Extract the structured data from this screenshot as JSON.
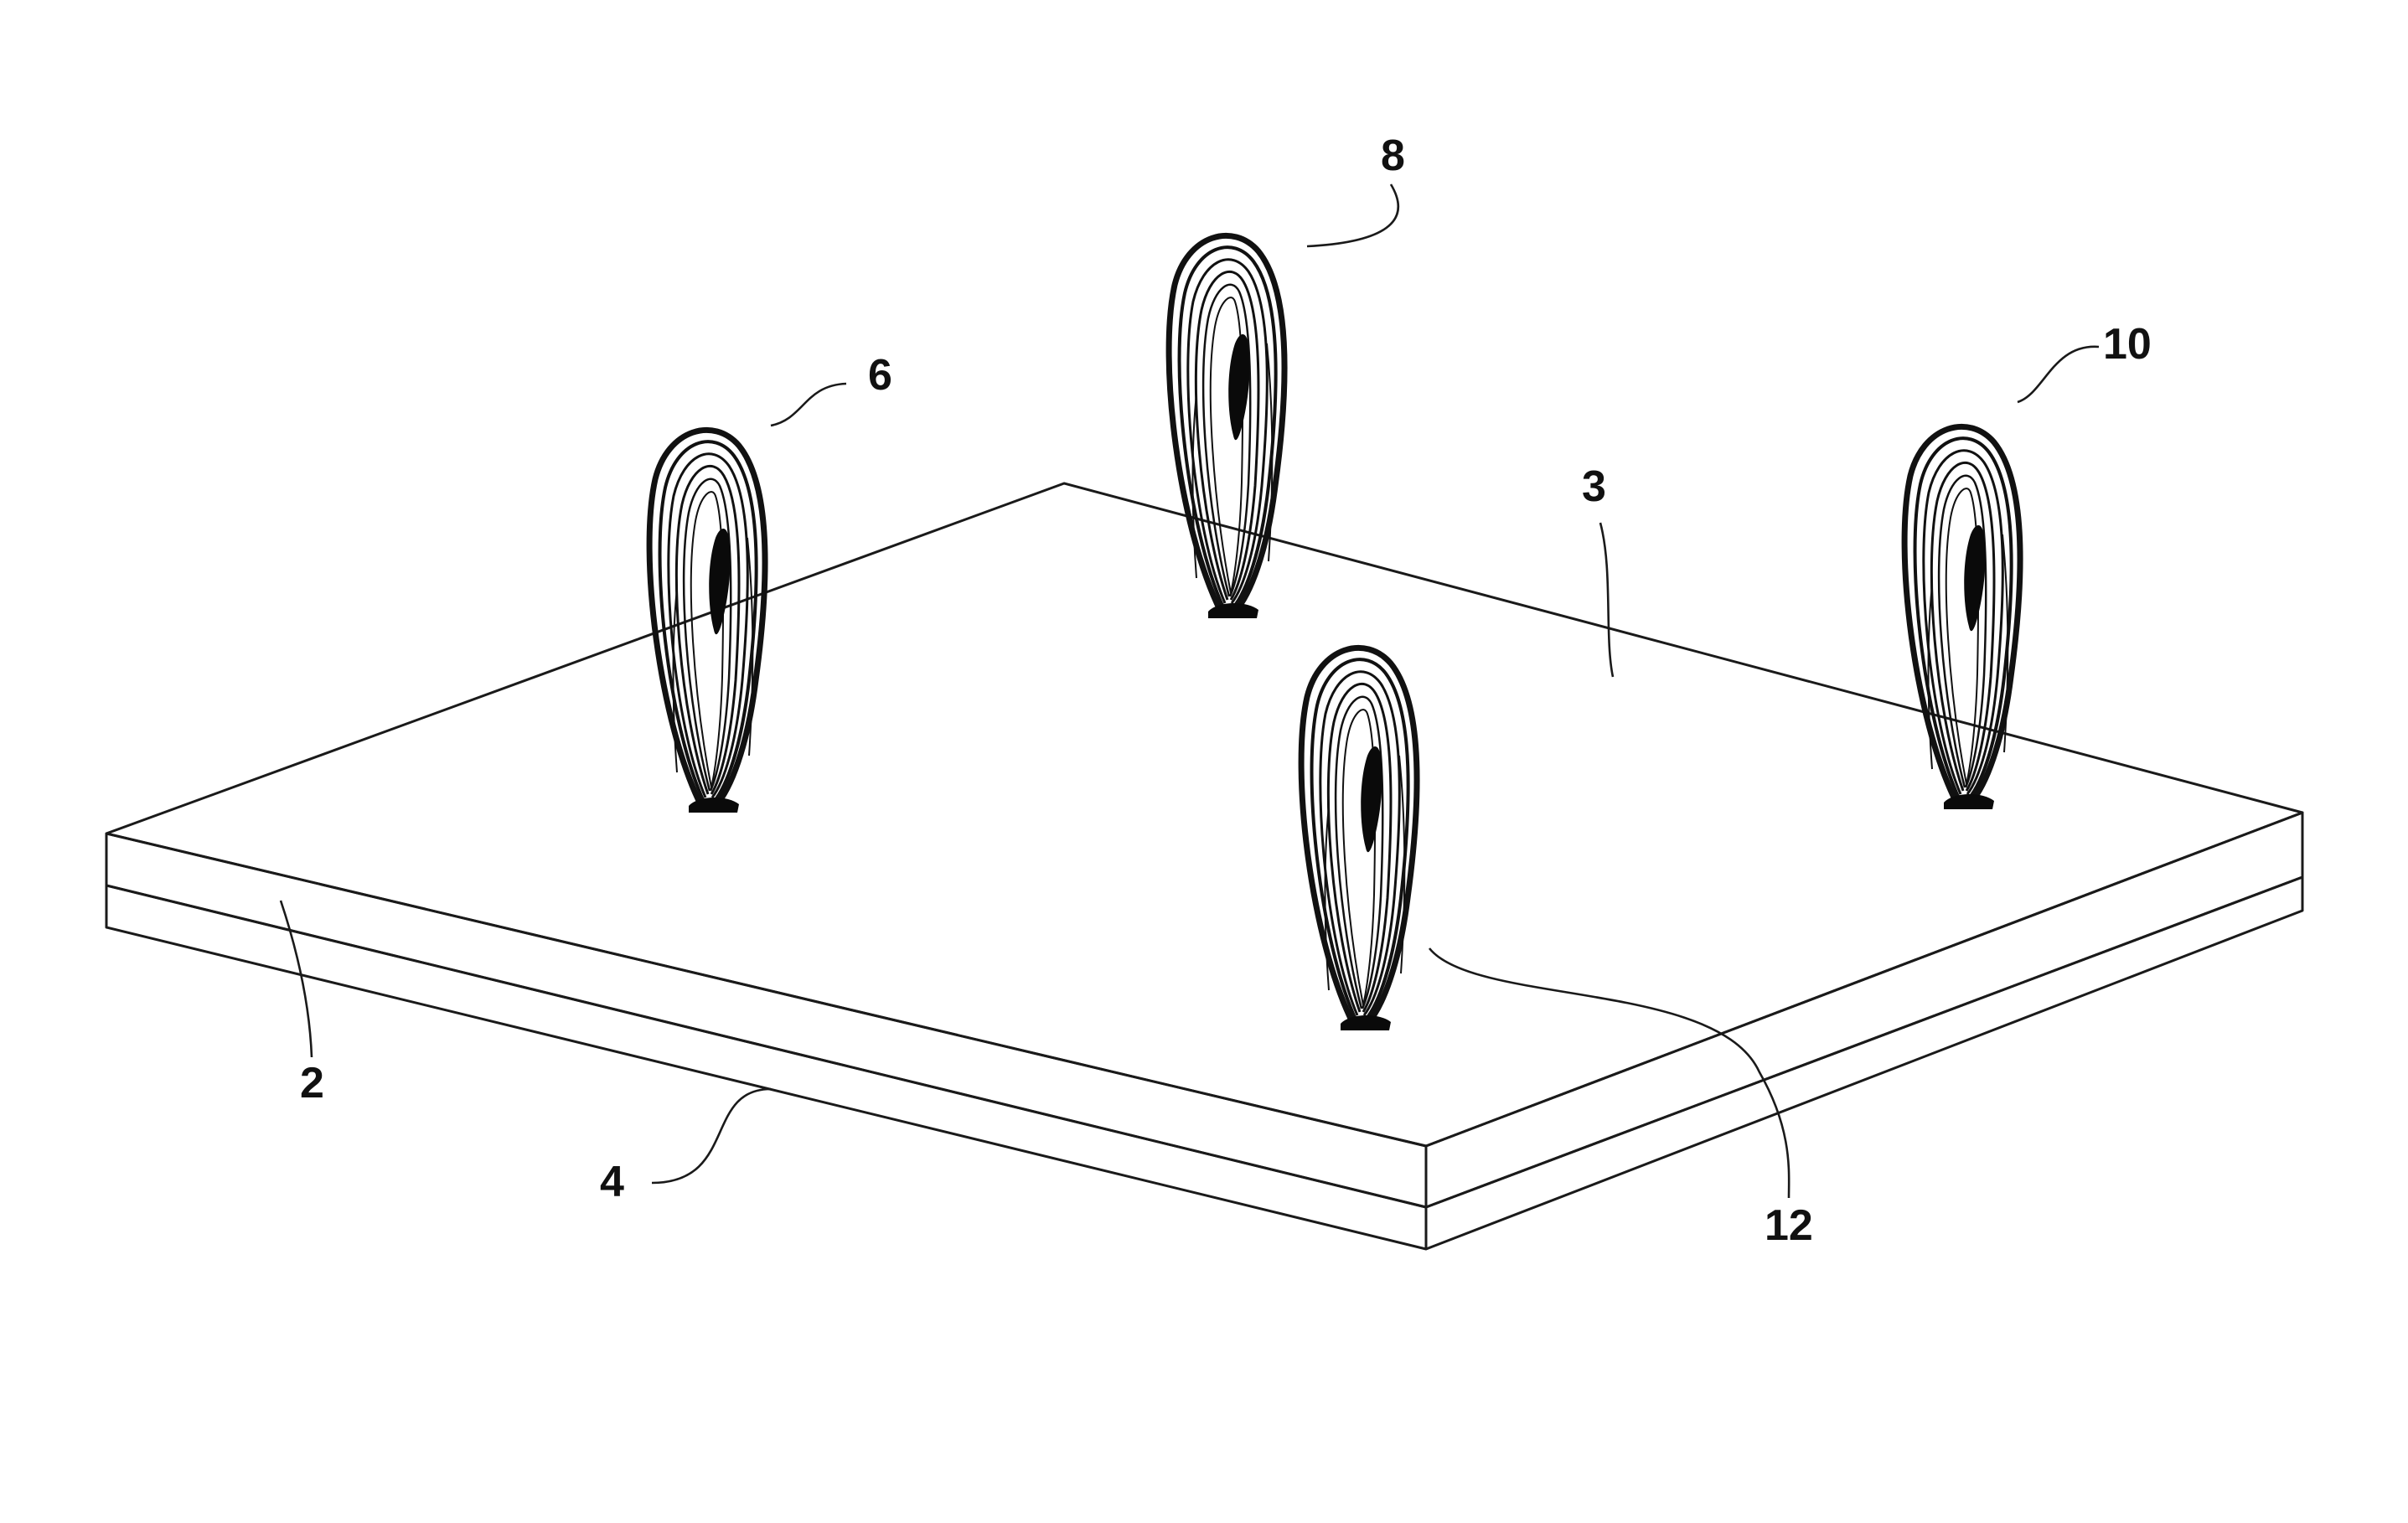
{
  "labels": {
    "layer_top": "2",
    "surface": "3",
    "layer_bottom": "4",
    "loop_left": "6",
    "loop_back": "8",
    "loop_right": "10",
    "loop_front": "12"
  },
  "colors": {
    "line": "#1a1a1a",
    "background": "#ffffff"
  },
  "elements": [
    "upper-layer",
    "lower-layer",
    "top-surface",
    "loop-structure"
  ]
}
